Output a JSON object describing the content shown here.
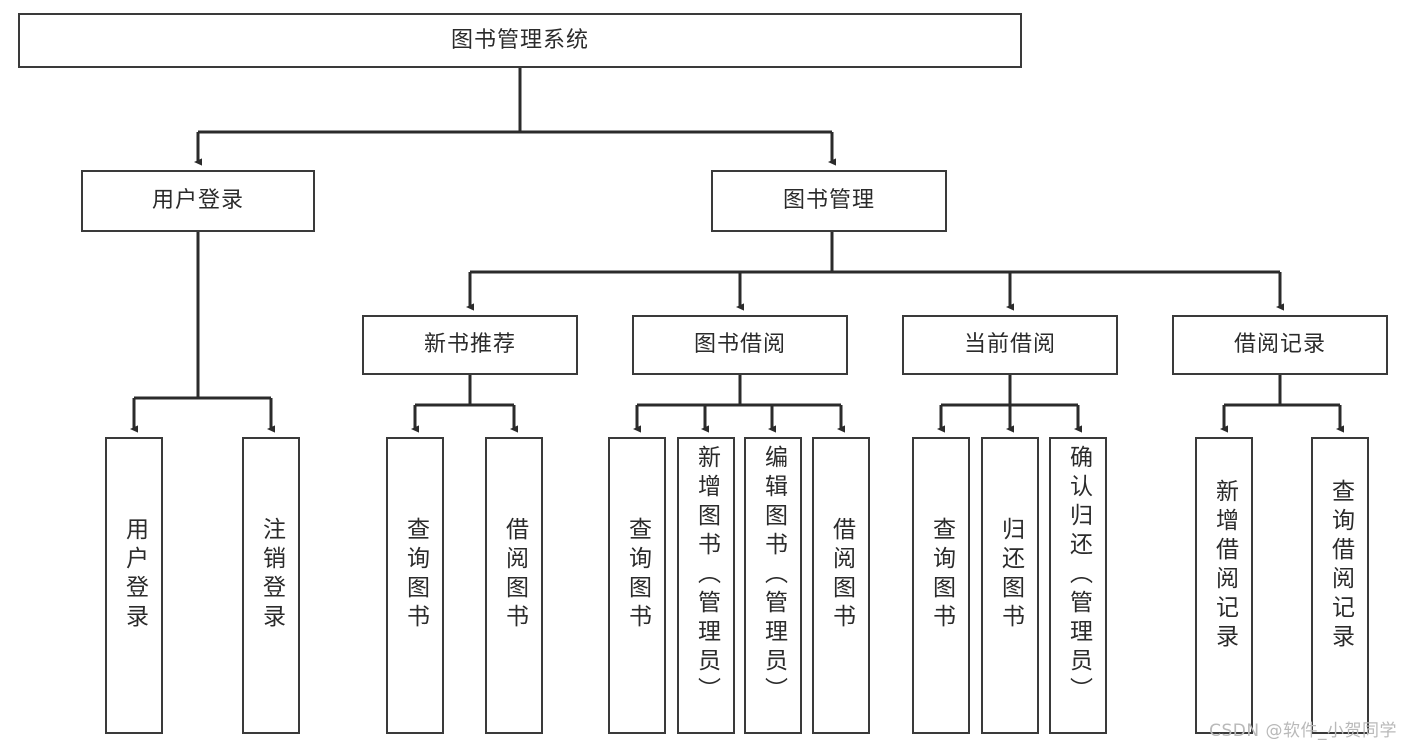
{
  "diagram": {
    "title": "图书管理系统",
    "type": "tree",
    "watermark": "CSDN @软件_小贺同学",
    "colors": {
      "node_border": "#3a3a3a",
      "node_fill": "#ffffff",
      "edge": "#2b2b2b",
      "text": "#2b2b2b",
      "watermark": "#b9b9b9",
      "background": "#ffffff"
    },
    "levels": {
      "root": [
        "图书管理系统"
      ],
      "level2": [
        "用户登录",
        "图书管理"
      ],
      "level3": [
        "新书推荐",
        "图书借阅",
        "当前借阅",
        "借阅记录"
      ],
      "level4": [
        "用户登录",
        "注销登录",
        "查询图书",
        "借阅图书",
        "查询图书",
        "新增图书（管理员）",
        "编辑图书（管理员）",
        "借阅图书",
        "查询图书",
        "归还图书",
        "确认归还（管理员）",
        "新增借阅记录",
        "查询借阅记录"
      ]
    },
    "nodes": {
      "root": {
        "label": "图书管理系统"
      },
      "user_login": {
        "label": "用户登录"
      },
      "book_manage": {
        "label": "图书管理"
      },
      "new_book_rec": {
        "label": "新书推荐"
      },
      "book_borrow": {
        "label": "图书借阅"
      },
      "current_borrow": {
        "label": "当前借阅"
      },
      "borrow_record": {
        "label": "借阅记录"
      },
      "leaf_user_login": {
        "label": "用户登录"
      },
      "leaf_logout": {
        "label": "注销登录"
      },
      "leaf_query_book_a": {
        "label": "查询图书"
      },
      "leaf_borrow_book_a": {
        "label": "借阅图书"
      },
      "leaf_query_book_b": {
        "label": "查询图书"
      },
      "leaf_add_book": {
        "label": "新增图书（管理员）"
      },
      "leaf_edit_book": {
        "label": "编辑图书（管理员）"
      },
      "leaf_borrow_book_b": {
        "label": "借阅图书"
      },
      "leaf_query_book_c": {
        "label": "查询图书"
      },
      "leaf_return_book": {
        "label": "归还图书"
      },
      "leaf_confirm_return": {
        "label": "确认归还（管理员）"
      },
      "leaf_add_record": {
        "label": "新增借阅记录"
      },
      "leaf_query_record": {
        "label": "查询借阅记录"
      }
    },
    "edges": [
      {
        "from": "root",
        "to": "user_login"
      },
      {
        "from": "root",
        "to": "book_manage"
      },
      {
        "from": "user_login",
        "to": "leaf_user_login"
      },
      {
        "from": "user_login",
        "to": "leaf_logout"
      },
      {
        "from": "book_manage",
        "to": "new_book_rec"
      },
      {
        "from": "book_manage",
        "to": "book_borrow"
      },
      {
        "from": "book_manage",
        "to": "current_borrow"
      },
      {
        "from": "book_manage",
        "to": "borrow_record"
      },
      {
        "from": "new_book_rec",
        "to": "leaf_query_book_a"
      },
      {
        "from": "new_book_rec",
        "to": "leaf_borrow_book_a"
      },
      {
        "from": "book_borrow",
        "to": "leaf_query_book_b"
      },
      {
        "from": "book_borrow",
        "to": "leaf_add_book"
      },
      {
        "from": "book_borrow",
        "to": "leaf_edit_book"
      },
      {
        "from": "book_borrow",
        "to": "leaf_borrow_book_b"
      },
      {
        "from": "current_borrow",
        "to": "leaf_query_book_c"
      },
      {
        "from": "current_borrow",
        "to": "leaf_return_book"
      },
      {
        "from": "current_borrow",
        "to": "leaf_confirm_return"
      },
      {
        "from": "borrow_record",
        "to": "leaf_add_record"
      },
      {
        "from": "borrow_record",
        "to": "leaf_query_record"
      }
    ]
  }
}
